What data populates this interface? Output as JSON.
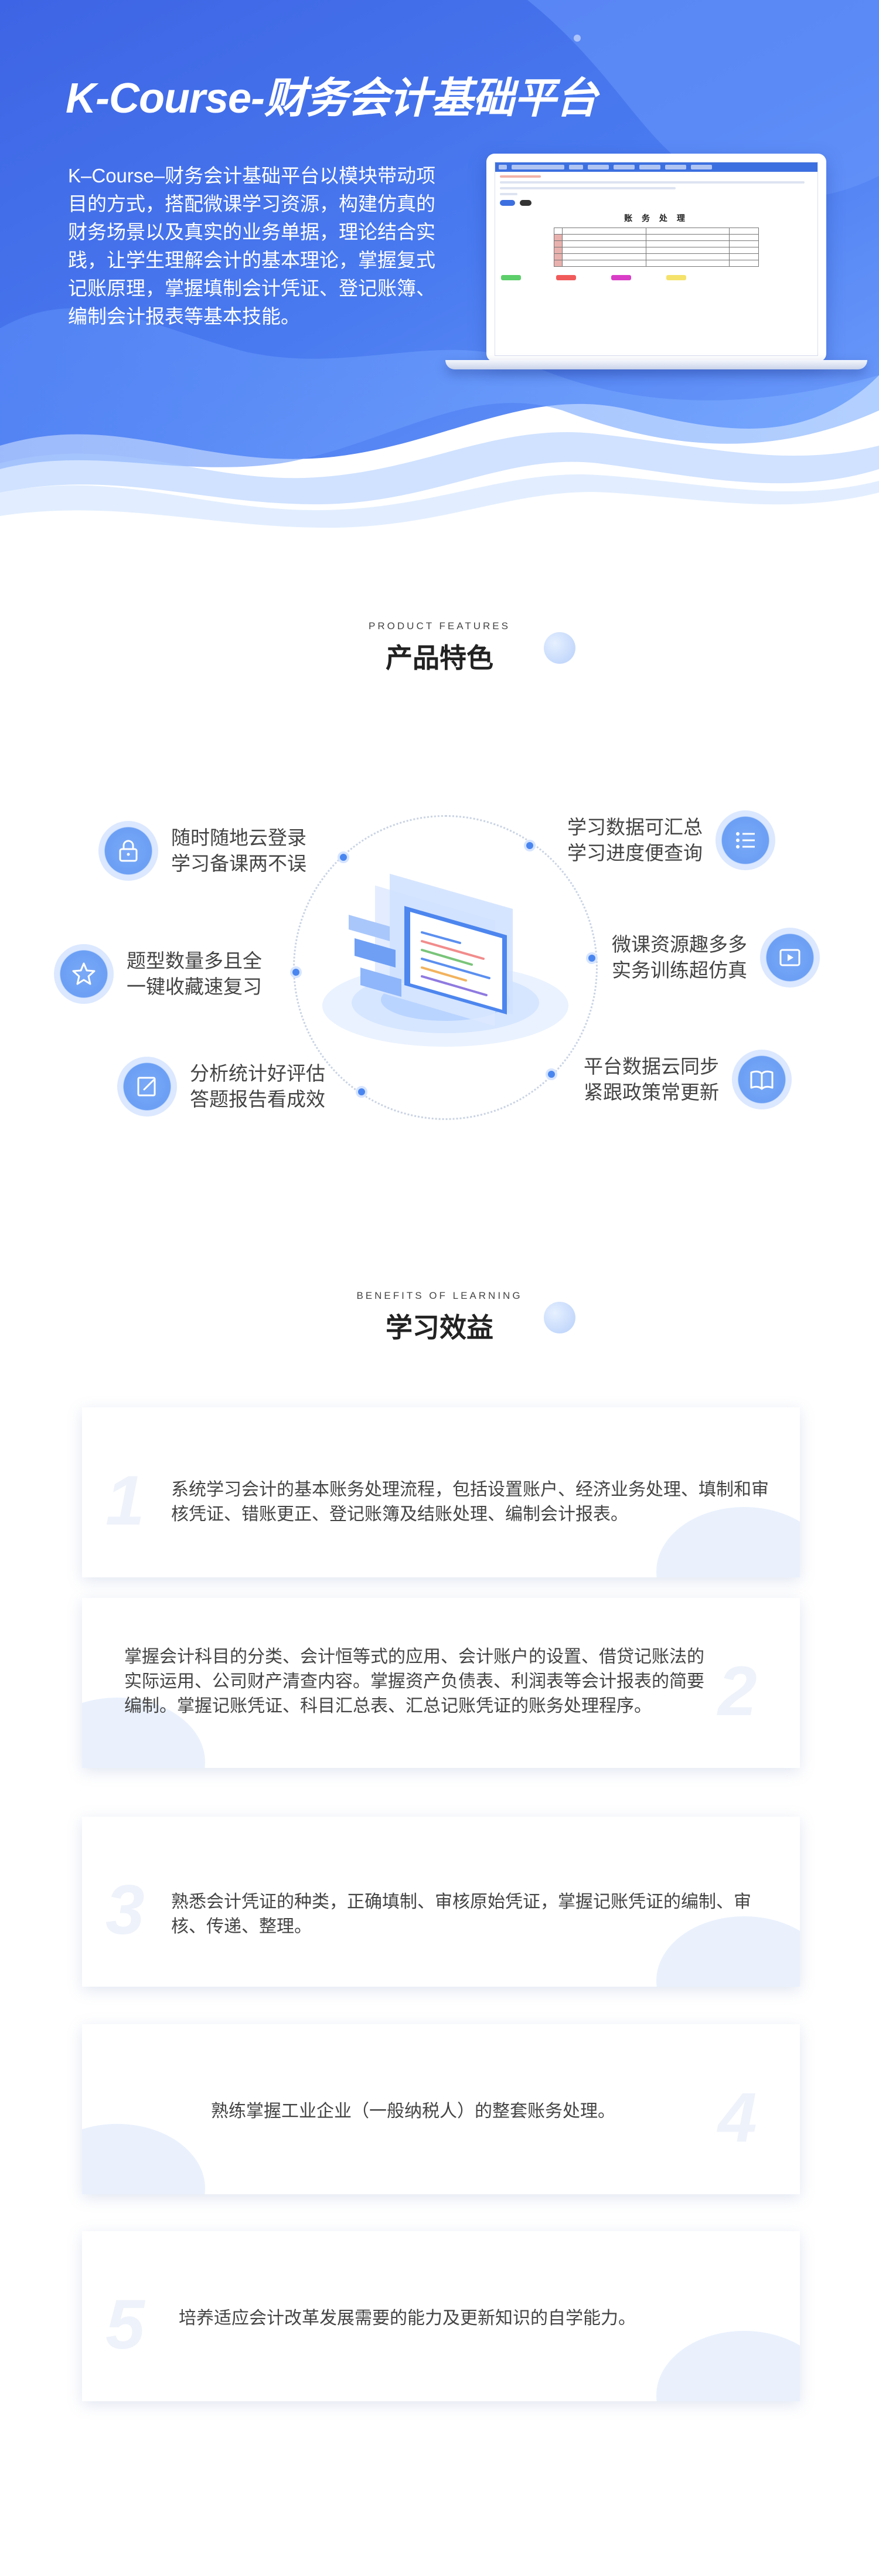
{
  "hero": {
    "title": "K-Course-财务会计基础平台",
    "description": "K–Course–财务会计基础平台以模块带动项目的方式，搭配微课学习资源，构建仿真的财务场景以及真实的业务单据，理论结合实践，让学生理解会计的基本理论，掌握复式记账原理，掌握填制会计凭证、登记账簿、编制会计报表等基本技能。",
    "screen_title": "账 务 处 理"
  },
  "features": {
    "heading_en": "PRODUCT FEATURES",
    "heading_cn": "产品特色",
    "items": [
      {
        "text": "随时随地云登录\n学习备课两不误",
        "icon": "lock-icon"
      },
      {
        "text": "题型数量多且全\n一键收藏速复习",
        "icon": "star-icon"
      },
      {
        "text": "分析统计好评估\n答题报告看成效",
        "icon": "edit-icon"
      },
      {
        "text": "学习数据可汇总\n学习进度便查询",
        "icon": "list-icon"
      },
      {
        "text": "微课资源趣多多\n实务训练超仿真",
        "icon": "video-icon"
      },
      {
        "text": "平台数据云同步\n紧跟政策常更新",
        "icon": "book-icon"
      }
    ]
  },
  "benefits": {
    "heading_en": "BENEFITS OF LEARNING",
    "heading_cn": "学习效益",
    "items": [
      {
        "num": "1",
        "text": "系统学习会计的基本账务处理流程，包括设置账户、经济业务处理、填制和审核凭证、错账更正、登记账簿及结账处理、编制会计报表。"
      },
      {
        "num": "2",
        "text": "掌握会计科目的分类、会计恒等式的应用、会计账户的设置、借贷记账法的实际运用、公司财产清查内容。掌握资产负债表、利润表等会计报表的简要编制。掌握记账凭证、科目汇总表、汇总记账凭证的账务处理程序。"
      },
      {
        "num": "3",
        "text": "熟悉会计凭证的种类，正确填制、审核原始凭证，掌握记账凭证的编制、审核、传递、整理。"
      },
      {
        "num": "4",
        "text": "熟练掌握工业企业（一般纳税人）的整套账务处理。"
      },
      {
        "num": "5",
        "text": "培养适应会计改革发展需要的能力及更新知识的自学能力。"
      }
    ]
  },
  "colors": {
    "primary": "#4a80ee",
    "hero_dark": "#3f6fe6",
    "hero_light": "#7aa8ff",
    "icon_bg": "#6b9ff5"
  }
}
